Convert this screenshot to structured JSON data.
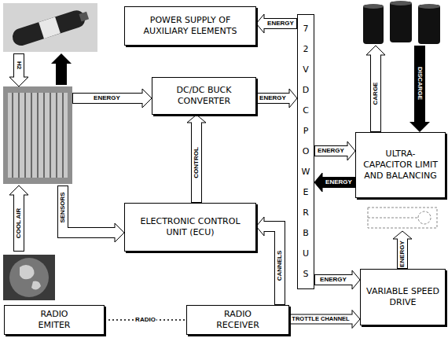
{
  "diagram": {
    "nodes": [
      {
        "text": [
          "POWER SUPPLY OF AUXILIARY ELEMENTS"
        ]
      },
      {
        "text": [
          "DC/DC BUCK CONVERTER"
        ]
      },
      {
        "text": [
          "72 VDC POWER BUS"
        ]
      },
      {
        "text": [
          "ULTRA- CAPACITOR LIMIT AND BALANCING"
        ]
      },
      {
        "text": [
          "ELECTRONIC CONTROL UNIT (ECU)"
        ]
      },
      {
        "text": [
          "VARIABLE SPEED DRIVE"
        ]
      },
      {
        "text": [
          "RADIO EMITER"
        ]
      },
      {
        "text": [
          "RADIO RECEIVER"
        ]
      }
    ],
    "edges": [
      {
        "from": 2,
        "to": 0,
        "arrow": "to",
        "label": "ENERGY"
      },
      {
        "from": 1,
        "to": 2,
        "arrow": "to",
        "label": "ENERGY"
      },
      {
        "from": 2,
        "to": 3,
        "arrow": "to",
        "label": "ENERGY"
      },
      {
        "from": 3,
        "to": 2,
        "arrow": "to",
        "label": "ENERGY"
      },
      {
        "from": 2,
        "to": 5,
        "arrow": "to",
        "label": "ENERGY"
      },
      {
        "from": 4,
        "to": 1,
        "arrow": "to",
        "label": "CONTROL"
      },
      {
        "from": 7,
        "to": 4,
        "arrow": "to",
        "label": "CANNELS"
      },
      {
        "from": 7,
        "to": 5,
        "arrow": "to",
        "label": "TROTTLE CHANNEL"
      },
      {
        "from": 6,
        "to": 7,
        "arrow": "none",
        "label": "RADIO"
      }
    ],
    "labels": [
      "H2",
      "ENERGY",
      "COOL AIR",
      "SENSORS",
      "CARGE",
      "DISCARGE",
      "ENERGY"
    ]
  }
}
